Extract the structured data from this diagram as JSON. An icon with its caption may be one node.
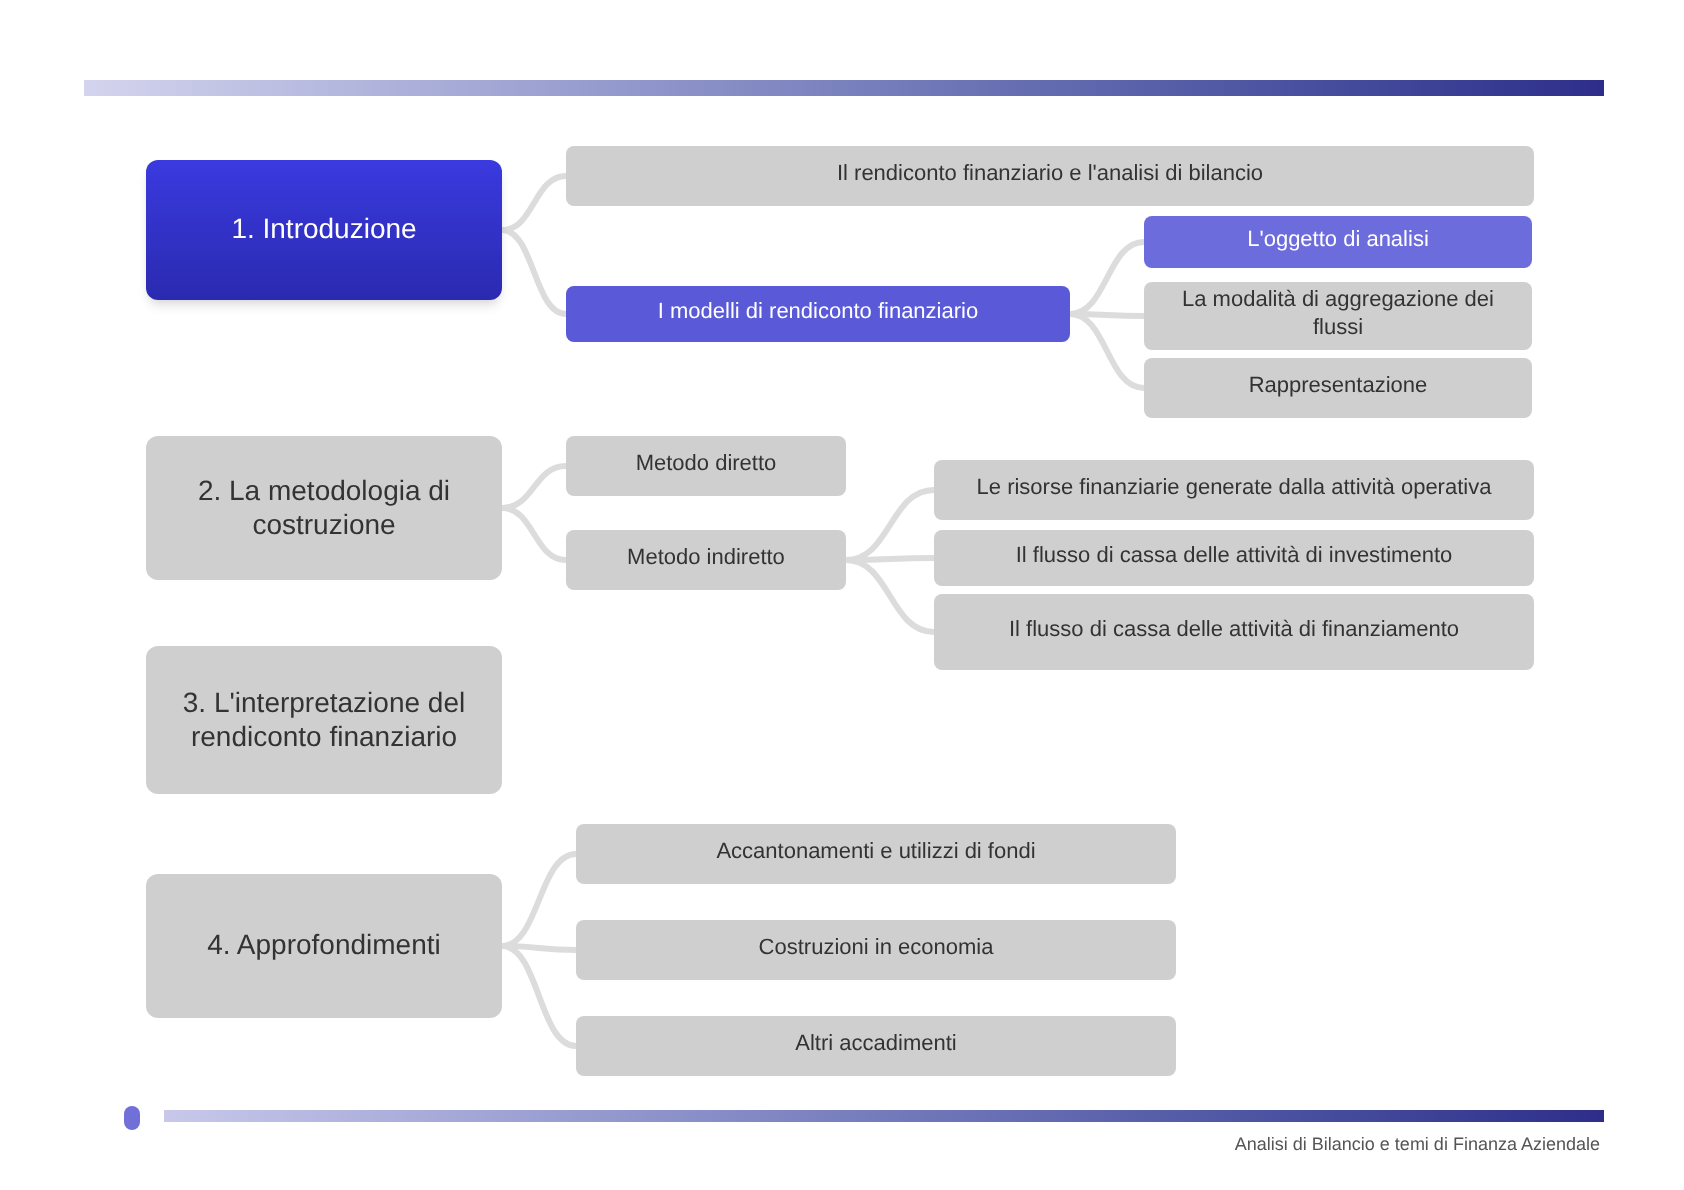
{
  "diagram": {
    "nodes": [
      {
        "text": [
          "1. Introduzione"
        ]
      },
      {
        "text": [
          "Il rendiconto finanziario e l'analisi di bilancio"
        ]
      },
      {
        "text": [
          "I modelli di rendiconto finanziario"
        ]
      },
      {
        "text": [
          "L'oggetto di analisi"
        ]
      },
      {
        "text": [
          "La modalità di aggregazione dei flussi"
        ]
      },
      {
        "text": [
          "Rappresentazione"
        ]
      },
      {
        "text": [
          "2. La metodologia di costruzione"
        ]
      },
      {
        "text": [
          "Metodo diretto"
        ]
      },
      {
        "text": [
          "Metodo indiretto"
        ]
      },
      {
        "text": [
          "Le risorse finanziarie generate dalla attività operativa"
        ]
      },
      {
        "text": [
          "Il flusso di cassa delle attività di investimento"
        ]
      },
      {
        "text": [
          "Il flusso di cassa delle attività di finanziamento"
        ]
      },
      {
        "text": [
          "3. L'interpretazione del rendiconto finanziario"
        ]
      },
      {
        "text": [
          "4. Approfondimenti"
        ]
      },
      {
        "text": [
          "Accantonamenti e utilizzi di fondi"
        ]
      },
      {
        "text": [
          "Costruzioni in economia"
        ]
      },
      {
        "text": [
          "Altri accadimenti"
        ]
      }
    ],
    "edges": [
      {
        "from": 0,
        "to": 1,
        "arrow": "none"
      },
      {
        "from": 0,
        "to": 2,
        "arrow": "none"
      },
      {
        "from": 2,
        "to": 3,
        "arrow": "none"
      },
      {
        "from": 2,
        "to": 4,
        "arrow": "none"
      },
      {
        "from": 2,
        "to": 5,
        "arrow": "none"
      },
      {
        "from": 6,
        "to": 7,
        "arrow": "none"
      },
      {
        "from": 6,
        "to": 8,
        "arrow": "none"
      },
      {
        "from": 8,
        "to": 9,
        "arrow": "none"
      },
      {
        "from": 8,
        "to": 10,
        "arrow": "none"
      },
      {
        "from": 8,
        "to": 11,
        "arrow": "none"
      },
      {
        "from": 13,
        "to": 14,
        "arrow": "none"
      },
      {
        "from": 13,
        "to": 15,
        "arrow": "none"
      },
      {
        "from": 13,
        "to": 16,
        "arrow": "none"
      }
    ],
    "labels": [
      "Analisi di Bilancio e temi di Finanza Aziendale"
    ]
  }
}
